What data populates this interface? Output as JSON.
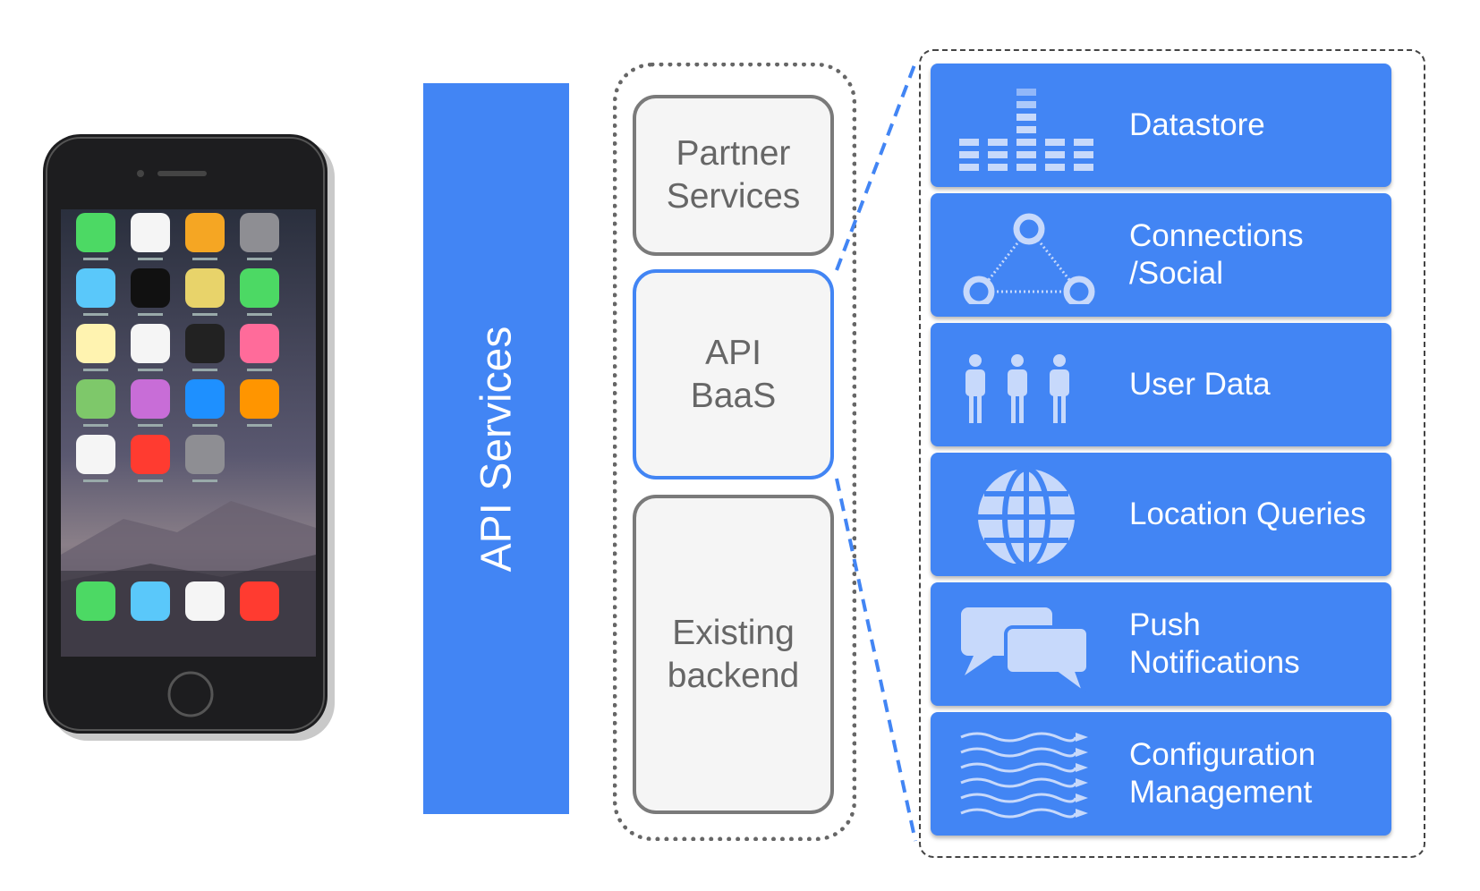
{
  "api_services": {
    "label": "API Services"
  },
  "stack": {
    "partner": "Partner\nServices",
    "baas": "API\nBaaS",
    "backend": "Existing\nbackend"
  },
  "features": [
    {
      "label": "Datastore",
      "icon": "datastore-icon"
    },
    {
      "label": "Connections\n/Social",
      "icon": "connections-icon"
    },
    {
      "label": "User Data",
      "icon": "users-icon"
    },
    {
      "label": "Location Queries",
      "icon": "globe-icon"
    },
    {
      "label": "Push\nNotifications",
      "icon": "chat-bubbles-icon"
    },
    {
      "label": "Configuration\nManagement",
      "icon": "flow-arrows-icon"
    }
  ],
  "colors": {
    "accent": "#4285f4",
    "box_border": "#7a7a7a",
    "box_text": "#666666"
  }
}
